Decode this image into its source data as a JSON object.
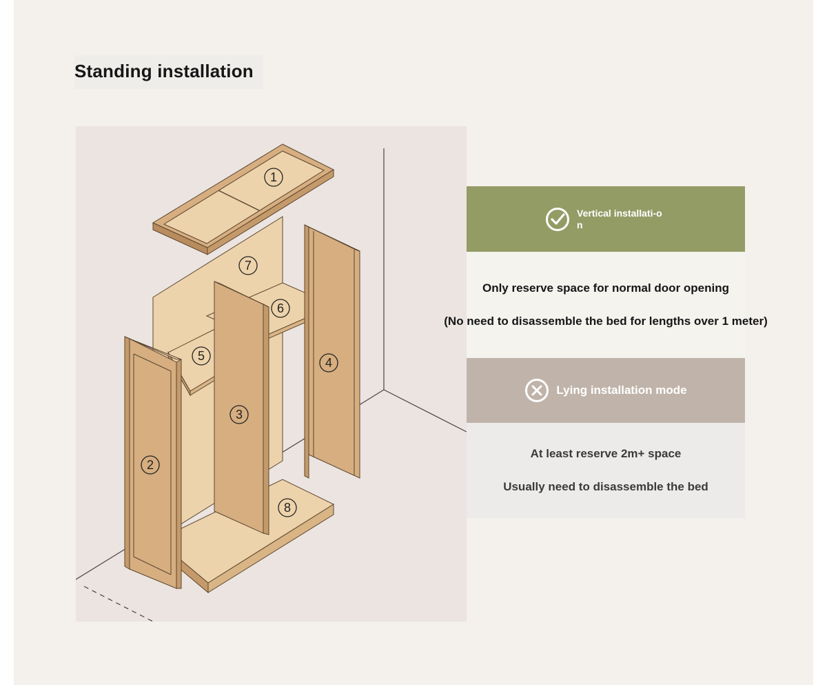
{
  "page": {
    "title": "Standing installation"
  },
  "diagram": {
    "parts": [
      {
        "id": "panel-1",
        "label": "1"
      },
      {
        "id": "panel-2",
        "label": "2"
      },
      {
        "id": "panel-3",
        "label": "3"
      },
      {
        "id": "panel-4",
        "label": "4"
      },
      {
        "id": "panel-5",
        "label": "5"
      },
      {
        "id": "panel-6",
        "label": "6"
      },
      {
        "id": "panel-7",
        "label": "7"
      },
      {
        "id": "panel-8",
        "label": "8"
      }
    ],
    "colors": {
      "panel_light": "#edd3ab",
      "panel_mid": "#d9b484",
      "panel_dark": "#c59a6a",
      "outline": "#5b4530",
      "wall_line": "#4a4040"
    }
  },
  "cards": {
    "vertical": {
      "title": "Vertical installati-on",
      "icon": "check-circle-icon",
      "lines": [
        "Only reserve space for normal door opening",
        "(No need to disassemble the bed for lengths over 1 meter)"
      ],
      "header_color": "#949c66"
    },
    "lying": {
      "title": "Lying installation mode",
      "icon": "x-circle-icon",
      "lines": [
        "At least reserve 2m+ space",
        "Usually need to disassemble the bed"
      ],
      "header_color": "#c0b4aa"
    }
  }
}
